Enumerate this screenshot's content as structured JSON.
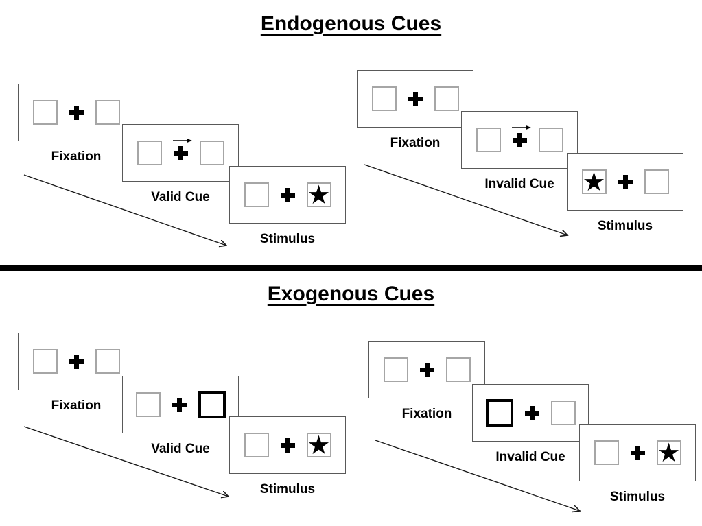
{
  "page": {
    "background": "#ffffff"
  },
  "icons": {
    "star": "★",
    "plus": "fixation-cross",
    "cue_arrow": "right-arrow",
    "sequence_arrow": "diagonal-right-down-arrow"
  },
  "colors": {
    "card_border": "#595959",
    "box_border": "#a6a6a6",
    "highlight_border": "#000000",
    "divider": "#000000",
    "text": "#000000"
  },
  "sections": [
    {
      "title": "Endogenous Cues",
      "panels": [
        {
          "name": "valid",
          "steps": [
            {
              "label": "Fixation"
            },
            {
              "label": "Valid Cue",
              "cue": "arrow-right"
            },
            {
              "label": "Stimulus",
              "star": "right"
            }
          ]
        },
        {
          "name": "invalid",
          "steps": [
            {
              "label": "Fixation"
            },
            {
              "label": "Invalid Cue",
              "cue": "arrow-right"
            },
            {
              "label": "Stimulus",
              "star": "left"
            }
          ]
        }
      ]
    },
    {
      "title": "Exogenous Cues",
      "panels": [
        {
          "name": "valid",
          "steps": [
            {
              "label": "Fixation"
            },
            {
              "label": "Valid Cue",
              "cue": "highlight-right"
            },
            {
              "label": "Stimulus",
              "star": "right"
            }
          ]
        },
        {
          "name": "invalid",
          "steps": [
            {
              "label": "Fixation"
            },
            {
              "label": "Invalid Cue",
              "cue": "highlight-left"
            },
            {
              "label": "Stimulus",
              "star": "right"
            }
          ]
        }
      ]
    }
  ]
}
